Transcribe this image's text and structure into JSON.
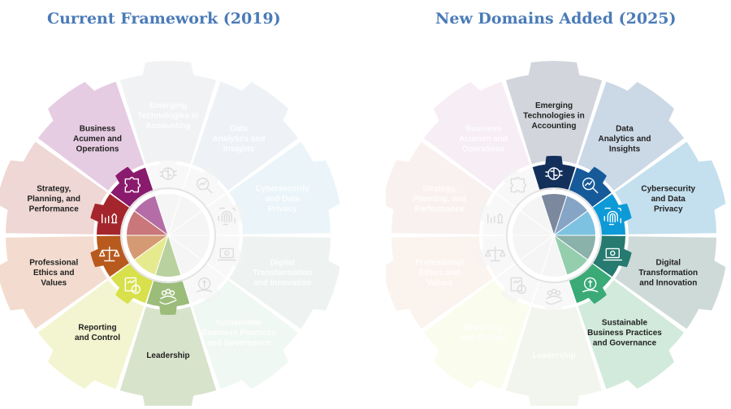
{
  "panels": [
    {
      "id": "left",
      "title": "Current Framework (2019)",
      "segments": [
        {
          "label": "Emerging\nTechnologies in\nAccounting",
          "color": "#d6d9de",
          "icon": "brain-chip-icon",
          "active": false
        },
        {
          "label": "Data\nAnalytics and\nInsights",
          "color": "#cdd9e7",
          "icon": "magnifier-chart-icon",
          "active": false
        },
        {
          "label": "Cybersecurity\nand Data\nPrivacy",
          "color": "#c6e2ef",
          "icon": "fingerprint-icon",
          "active": false
        },
        {
          "label": "Digital\nTransformation\nand Innovation",
          "color": "#cfdcda",
          "icon": "laptop-gear-icon",
          "active": false
        },
        {
          "label": "Sustainable\nBusiness Practices\nand Governance",
          "color": "#d3ebdc",
          "icon": "coin-leaf-icon",
          "active": false
        },
        {
          "label": "Leadership",
          "color": "#d8e3cc",
          "icon": "people-hand-icon",
          "active": true
        },
        {
          "label": "Reporting\nand Control",
          "color": "#f2f5cf",
          "icon": "report-dollar-icon",
          "active": true
        },
        {
          "label": "Professional\nEthics and\nValues",
          "color": "#f3dccf",
          "icon": "scales-icon",
          "active": true
        },
        {
          "label": "Strategy,\nPlanning, and\nPerformance",
          "color": "#eed7d4",
          "icon": "chess-chart-icon",
          "active": true
        },
        {
          "label": "Business\nAcumen and\nOperations",
          "color": "#e6cce2",
          "icon": "puzzle-icon",
          "active": true
        }
      ]
    },
    {
      "id": "right",
      "title": "New Domains Added (2025)",
      "segments": [
        {
          "label": "Emerging\nTechnologies in\nAccounting",
          "color": "#d2d6dc",
          "icon": "brain-chip-icon",
          "active": true
        },
        {
          "label": "Data\nAnalytics and\nInsights",
          "color": "#cbd8e6",
          "icon": "magnifier-chart-icon",
          "active": true
        },
        {
          "label": "Cybersecurity\nand Data\nPrivacy",
          "color": "#c4e0ee",
          "icon": "fingerprint-icon",
          "active": true
        },
        {
          "label": "Digital\nTransformation\nand Innovation",
          "color": "#cddad8",
          "icon": "laptop-gear-icon",
          "active": true
        },
        {
          "label": "Sustainable\nBusiness Practices\nand Governance",
          "color": "#d1eadb",
          "icon": "coin-leaf-icon",
          "active": true
        },
        {
          "label": "Leadership",
          "color": "#d8e3cc",
          "icon": "people-hand-icon",
          "active": false
        },
        {
          "label": "Reporting\nand Control",
          "color": "#f2f5cf",
          "icon": "report-dollar-icon",
          "active": false
        },
        {
          "label": "Professional\nEthics and\nValues",
          "color": "#f3dccf",
          "icon": "scales-icon",
          "active": false
        },
        {
          "label": "Strategy,\nPlanning, and\nPerformance",
          "color": "#eed7d4",
          "icon": "chess-chart-icon",
          "active": false
        },
        {
          "label": "Business\nAcumen and\nOperations",
          "color": "#e6cce2",
          "icon": "puzzle-icon",
          "active": false
        }
      ]
    }
  ],
  "colors": {
    "title": "#4a7bb7",
    "inner_left": [
      "#1c3d66",
      "#1f5f9c",
      "#1b9bd8",
      "#2f7a74",
      "#3aa877",
      "#9cbc7a",
      "#d8e04b",
      "#b85a1e",
      "#a4262c",
      "#8a1a6e"
    ],
    "inner_right": [
      "#13305a",
      "#175a9a",
      "#0d9ad7",
      "#267a70",
      "#3aaa77",
      "#9cbc7a",
      "#d8e04b",
      "#b85a1e",
      "#a4262c",
      "#8a1a6e"
    ],
    "hub_left": [
      "#8a95a7",
      "#8faac8",
      "#85c5e3",
      "#91b3ae",
      "#9bd0b2",
      "#b9d19e",
      "#e6ea8e",
      "#d59a73",
      "#c9777a",
      "#b46da6"
    ],
    "hub_right": [
      "#7b889d",
      "#86a4c6",
      "#7ec2e2",
      "#8bb1ab",
      "#94cead",
      "#c5d9af",
      "#eef0ae",
      "#e2b79b",
      "#dba1a3",
      "#cd9cc4"
    ]
  }
}
